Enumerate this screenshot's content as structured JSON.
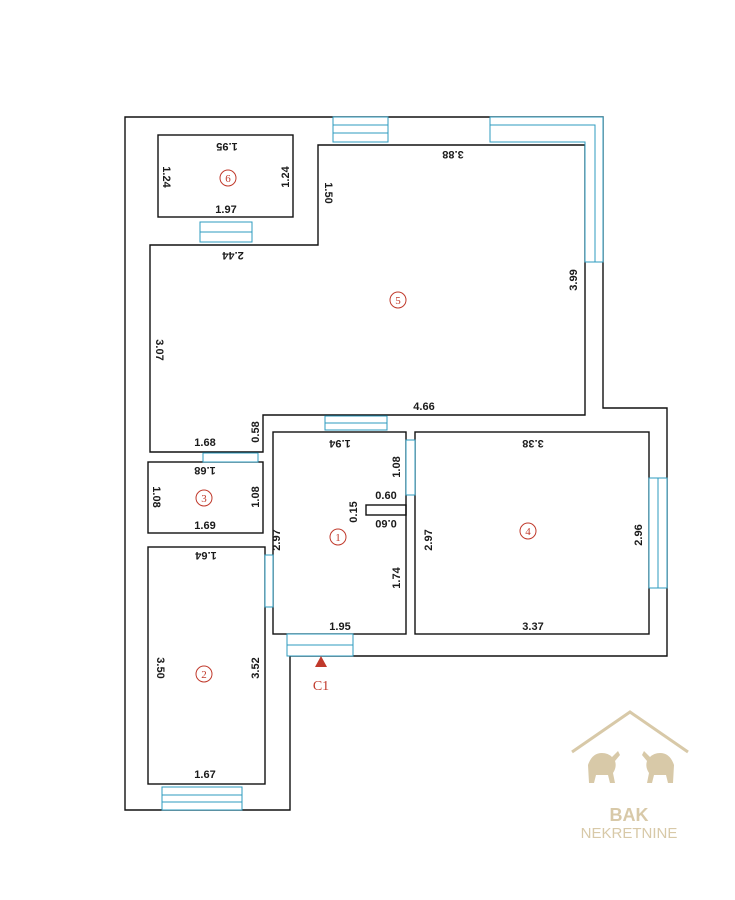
{
  "plan": {
    "rooms": [
      {
        "number": "1"
      },
      {
        "number": "2"
      },
      {
        "number": "3"
      },
      {
        "number": "4"
      },
      {
        "number": "5"
      },
      {
        "number": "6"
      }
    ],
    "dimensions": {
      "r6_top": "1.95",
      "r6_left": "1.24",
      "r6_right": "1.24",
      "r6_bottom": "1.97",
      "r5_top": "3.88",
      "r5_left_upper": "1.50",
      "r5_right": "3.99",
      "r5_left": "3.07",
      "r5_bottom": "4.66",
      "r5_top_left": "2.44",
      "r5_bottom_left": "1.68",
      "r5_notch": "0.58",
      "r3_top": "1.68",
      "r3_left": "1.08",
      "r3_right": "1.08",
      "r3_bottom": "1.69",
      "r1_top": "1.94",
      "r1_left": "2.97",
      "r1_small_v": "1.08",
      "r1_stub_v": "0.15",
      "r1_stub_top": "0.60",
      "r1_stub_bottom": "0.60",
      "r1_lower_v": "1.74",
      "r1_bottom": "1.95",
      "r4_top": "3.38",
      "r4_left": "2.97",
      "r4_right": "2.96",
      "r4_bottom": "3.37",
      "r2_top": "1.64",
      "r2_left": "3.50",
      "r2_right": "3.52",
      "r2_bottom": "1.67"
    },
    "entrance_label": "C1",
    "accent_color": "#c0392b",
    "window_color": "#2d9bbf"
  },
  "logo": {
    "brand": "BAK",
    "subtitle": "NEKRETNINE",
    "icon": "bull-and-bear-icon",
    "color": "#d8c9a8"
  }
}
